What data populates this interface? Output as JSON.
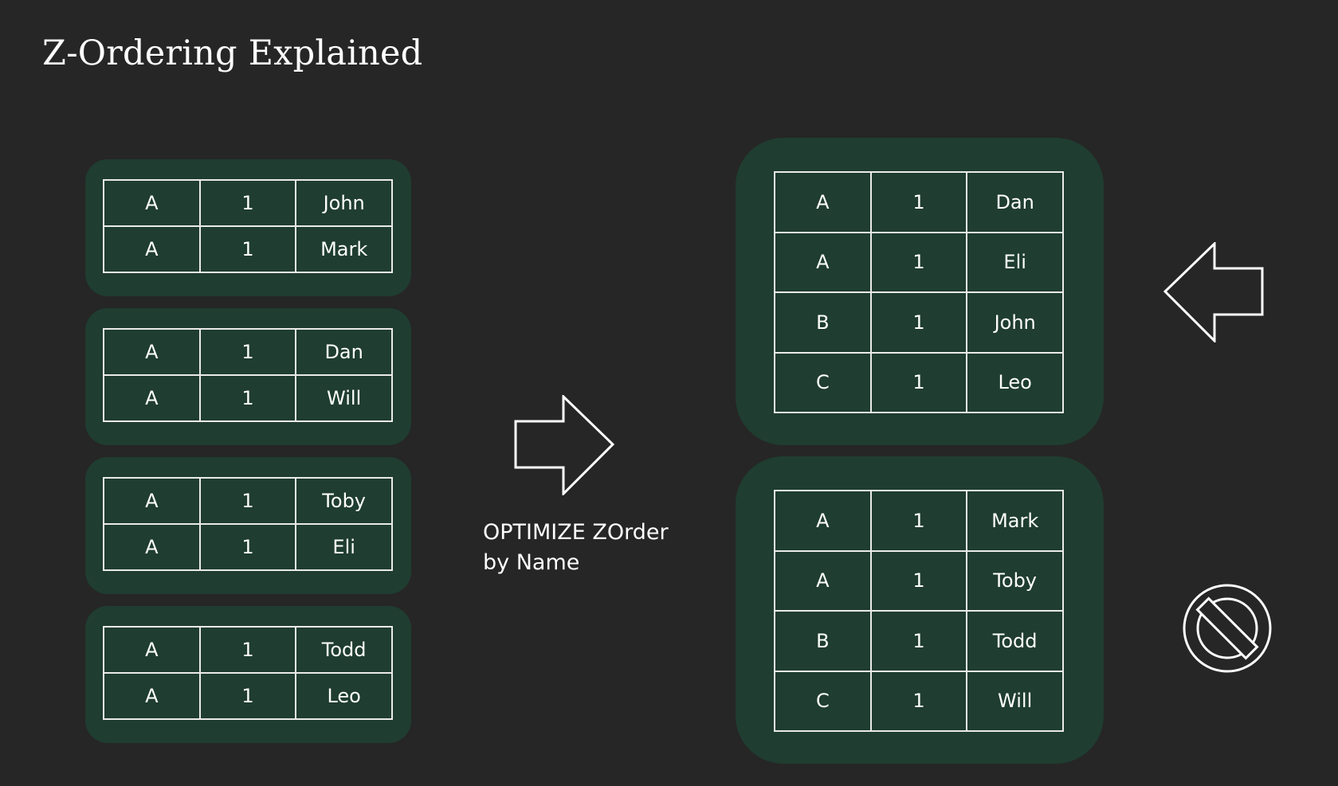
{
  "title": "Z-Ordering Explained",
  "caption": {
    "line1": "OPTIMIZE ZOrder",
    "line2": "by Name"
  },
  "before_files": [
    {
      "rows": [
        [
          "A",
          "1",
          "John"
        ],
        [
          "A",
          "1",
          "Mark"
        ]
      ]
    },
    {
      "rows": [
        [
          "A",
          "1",
          "Dan"
        ],
        [
          "A",
          "1",
          "Will"
        ]
      ]
    },
    {
      "rows": [
        [
          "A",
          "1",
          "Toby"
        ],
        [
          "A",
          "1",
          "Eli"
        ]
      ]
    },
    {
      "rows": [
        [
          "A",
          "1",
          "Todd"
        ],
        [
          "A",
          "1",
          "Leo"
        ]
      ]
    }
  ],
  "after_files": [
    {
      "rows": [
        [
          "A",
          "1",
          "Dan"
        ],
        [
          "A",
          "1",
          "Eli"
        ],
        [
          "B",
          "1",
          "John"
        ],
        [
          "C",
          "1",
          "Leo"
        ]
      ]
    },
    {
      "rows": [
        [
          "A",
          "1",
          "Mark"
        ],
        [
          "A",
          "1",
          "Toby"
        ],
        [
          "B",
          "1",
          "Todd"
        ],
        [
          "C",
          "1",
          "Will"
        ]
      ]
    }
  ],
  "icons": {
    "optimize_arrow": "arrow-right-icon",
    "read_arrow": "arrow-left-icon",
    "skip": "no-entry-icon"
  },
  "colors": {
    "background": "#262626",
    "file_block": "#1f3d31",
    "grid": "#eaeaea",
    "text": "#ffffff"
  }
}
